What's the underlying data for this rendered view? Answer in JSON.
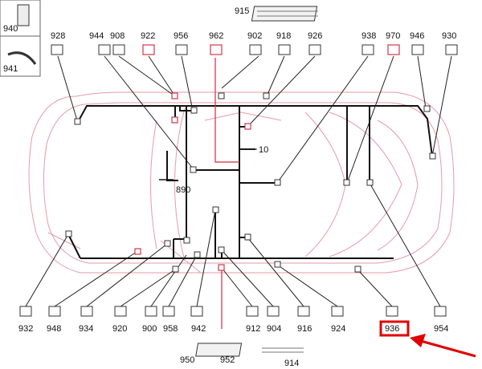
{
  "diagram": {
    "top_labels": [
      "928",
      "944",
      "908",
      "922",
      "956",
      "962",
      "902",
      "918",
      "926",
      "938",
      "970",
      "946",
      "930"
    ],
    "bottom_labels": [
      "932",
      "948",
      "934",
      "920",
      "900",
      "958",
      "942",
      "912",
      "904",
      "916",
      "924",
      "936",
      "954"
    ],
    "extra_labels": {
      "l915": "915",
      "l940": "940",
      "l941": "941",
      "l890": "890",
      "l10": "10",
      "l950": "950",
      "l952": "952",
      "l914": "914"
    },
    "highlighted": "936",
    "colors": {
      "car_outline": "#e79aa9",
      "harness": "#111111",
      "highlight": "#e00000"
    }
  }
}
